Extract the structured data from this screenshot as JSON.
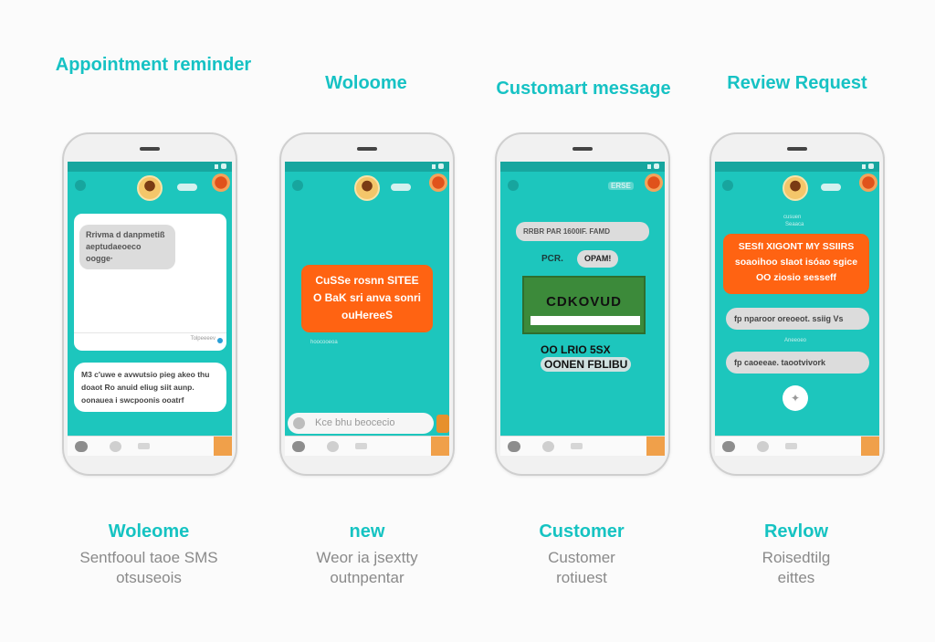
{
  "titles": [
    "Appointment reminder",
    "Woloome",
    "Customart message",
    "Review Request"
  ],
  "captions": [
    {
      "heading": "Woleome",
      "sub1": "Sentfooul taoe SMS",
      "sub2": "otsuseois"
    },
    {
      "heading": "new",
      "sub1": "Weor ia jsextty",
      "sub2": "outnpentar"
    },
    {
      "heading": "Customer",
      "sub1": "Customer",
      "sub2": "rotiuest"
    },
    {
      "heading": "Revlow",
      "sub1": "Roisedtilg",
      "sub2": "eittes"
    }
  ],
  "phone1": {
    "bubble": "Rrivma d danpmetiß aeptudaeoeco oogge·",
    "card_footer": "Tolpeeeev",
    "message": "M3 c'uwe e avwutsio pieg akeo thu doaot Ro anuid eliug siit aunp. oonauea i swcpoonis ooatrf"
  },
  "phone2": {
    "message": "CuSSe rosnn SITEE O BaK sri anva sonri ouHereeS",
    "meta": "hoocooeoa",
    "input_placeholder": "Kce bhu beocecio"
  },
  "phone3": {
    "header_label": "ERSE",
    "bubble1": "RRBR PAR 1600IF. FAMD",
    "label": "PCR.",
    "bubble2": "OPAM!",
    "image_text": "CDKOVUD",
    "line1": "OO LRIO 5SX",
    "line2": "OONEN FBLIBU"
  },
  "phone4": {
    "meta1": "cusuen",
    "meta2": "Seaaca",
    "message": "SESfI XIGONT MY SSIIRS soaoihoo sIaot isóao sgice OO ziosio sesseff",
    "reply1": "fp nparoor oreoeot. ssiig Vs",
    "meta3": "Aneeoeo",
    "reply2": "fp caoeeae. taootvivork"
  },
  "colors": {
    "teal": "#1dc6bd",
    "orange": "#ff6312",
    "title": "#16c2c4"
  }
}
